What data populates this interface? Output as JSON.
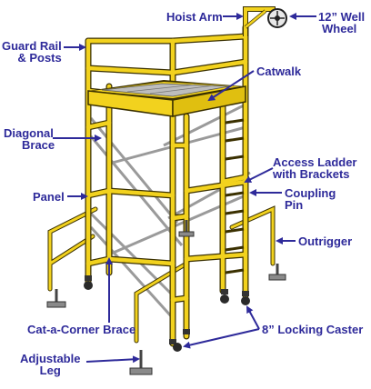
{
  "labels": {
    "hoist_arm": "Hoist Arm",
    "well_wheel": [
      "12” Well",
      "Wheel"
    ],
    "guard_rail": [
      "Guard Rail",
      "& Posts"
    ],
    "catwalk": "Catwalk",
    "diagonal_brace": [
      "Diagonal",
      "Brace"
    ],
    "access_ladder": [
      "Access Ladder",
      "with Brackets"
    ],
    "coupling_pin": [
      "Coupling",
      "Pin"
    ],
    "panel": "Panel",
    "outrigger": "Outrigger",
    "cat_a_corner": "Cat-a-Corner Brace",
    "locking_caster": "8” Locking Caster",
    "adjustable_leg": [
      "Adjustable",
      "Leg"
    ]
  },
  "colors": {
    "label": "#2e2a9a",
    "arrow": "#2e2a9a",
    "frame": "#f2d21e",
    "frame_outline": "#3a3000",
    "brace": "#b9b9b9",
    "deck": "#bdbdbd",
    "deck_frame": "#f2d21e",
    "caster": "#2a2a2a",
    "base_plate": "#8a8a8a"
  }
}
